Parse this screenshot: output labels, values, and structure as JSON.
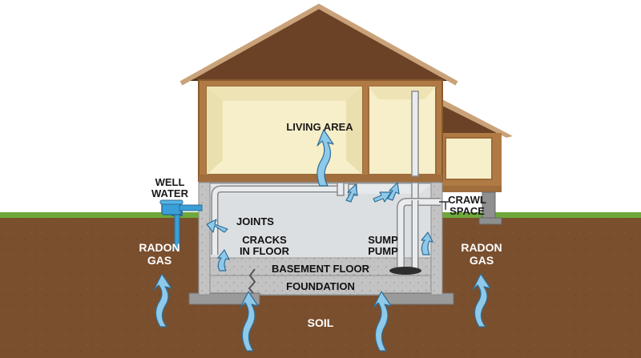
{
  "labels": {
    "living_area": "LIVING AREA",
    "well_water_1": "WELL",
    "well_water_2": "WATER",
    "crawl_space_1": "CRAWL",
    "crawl_space_2": "SPACE",
    "joints": "JOINTS",
    "cracks_1": "CRACKS",
    "cracks_2": "IN FLOOR",
    "sump_1": "SUMP",
    "sump_2": "PUMP",
    "basement_floor": "BASEMENT FLOOR",
    "foundation": "FOUNDATION",
    "radon_left_1": "RADON",
    "radon_left_2": "GAS",
    "radon_right_1": "RADON",
    "radon_right_2": "GAS",
    "soil": "SOIL"
  },
  "colors": {
    "soil": "#7a4f2e",
    "soil_dark": "#5e3b20",
    "grass": "#6fa83a",
    "roof": "#6b4226",
    "roof_trim": "#caa27a",
    "wall_frame": "#b07a45",
    "living_fill": "#f6efc9",
    "living_inner": "#eee3b5",
    "basement_fill": "#dcdfe1",
    "concrete": "#b9b9b9",
    "arrow": "#8ec9ea",
    "arrow_stroke": "#2f6d96",
    "pipe_blue": "#3a9fd8",
    "pipe_grey": "#e9ecee"
  }
}
